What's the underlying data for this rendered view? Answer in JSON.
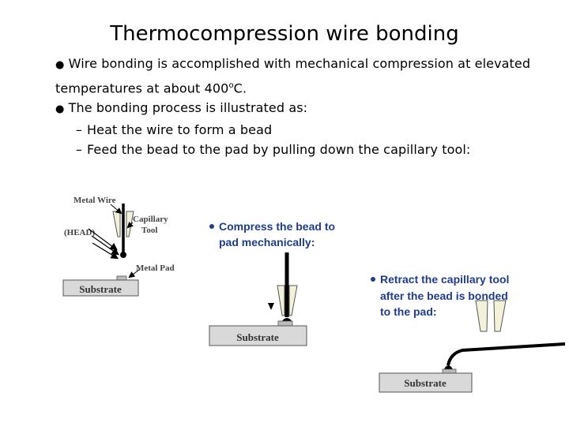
{
  "slide": {
    "title": "Thermocompression wire bonding",
    "bullets": {
      "b1_line1": "Wire bonding is accomplished with mechanical compression at elevated",
      "b1_line2_pre": "temperatures at about 400",
      "b1_line2_sup": "o",
      "b1_line2_post": "C.",
      "b2": "The bonding process is illustrated as:",
      "sub1": "Heat the wire to form a bead",
      "sub2": "Feed the bead to the pad by pulling down the capillary tool:"
    },
    "bullet_glyph": "●",
    "dash_glyph": "–"
  },
  "diagram1": {
    "metal_wire": "Metal Wire",
    "capillary_line1": "Capillary",
    "capillary_line2": "Tool",
    "head": "(HEAD)",
    "metal_pad": "Metal Pad",
    "substrate": "Substrate"
  },
  "diagram2": {
    "caption_line1": "Compress the bead to",
    "caption_line2": "pad mechanically:",
    "substrate": "Substrate"
  },
  "diagram3": {
    "caption_line1": "Retract the capillary tool",
    "caption_line2": "after the bead is bonded",
    "caption_line3": "to the pad:",
    "substrate": "Substrate"
  },
  "colors": {
    "caption_blue": "#1f3d8a",
    "substrate_fill": "#d9d9d9"
  }
}
